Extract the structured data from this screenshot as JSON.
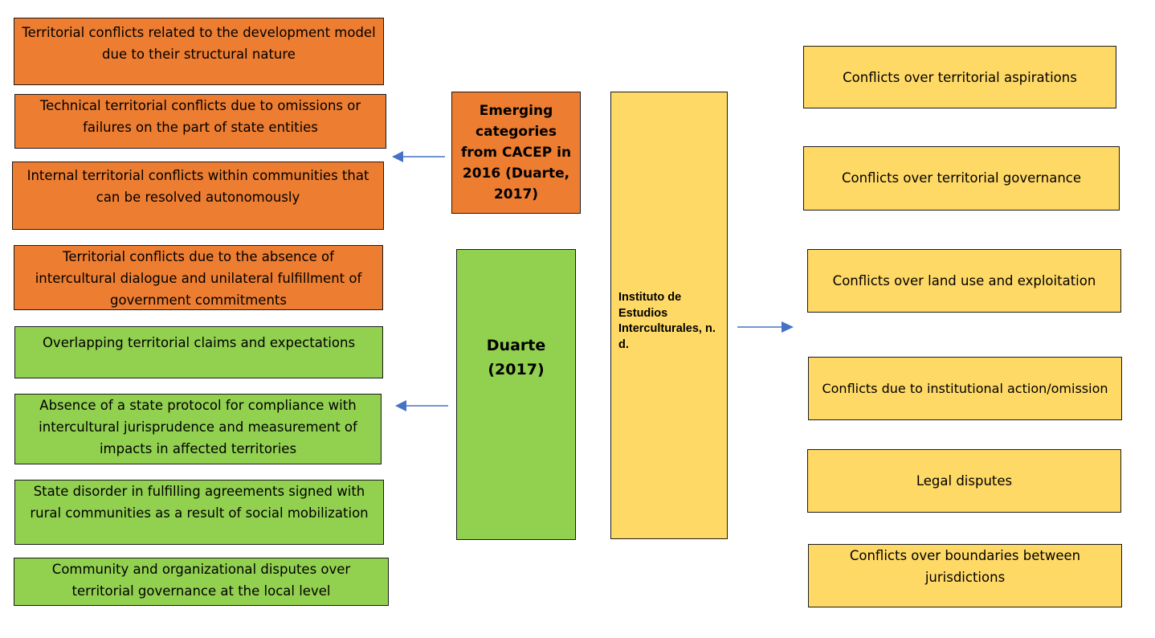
{
  "colors": {
    "orange": "#ED7D31",
    "green": "#92D050",
    "yellow": "#FFD966",
    "arrow": "#4472C4"
  },
  "left_orange": [
    "Territorial conflicts related to the development model due to their structural nature",
    "Technical territorial conflicts due to omissions or failures on the part of state entities",
    "Internal territorial conflicts within communities that can be resolved autonomously",
    "Territorial conflicts due to the absence of intercultural dialogue and unilateral fulfillment of government commitments"
  ],
  "left_green": [
    "Overlapping territorial claims and expectations",
    "Absence of a state protocol for compliance with intercultural jurisprudence and measurement of impacts in affected territories",
    "State disorder in fulfilling agreements signed with rural communities as a result of social mobilization",
    "Community and organizational disputes over territorial governance at the local level"
  ],
  "hubs": {
    "cacep": "Emerging categories from CACEP in 2016 (Duarte, 2017)",
    "duarte": "Duarte (2017)",
    "instituto": "Instituto de Estudios Interculturales, n. d."
  },
  "right_yellow": [
    "Conflicts over territorial aspirations",
    "Conflicts over territorial governance",
    "Conflicts over land use and exploitation",
    "Conflicts due to institutional action/omission",
    "Legal disputes",
    "Conflicts over boundaries between jurisdictions"
  ]
}
